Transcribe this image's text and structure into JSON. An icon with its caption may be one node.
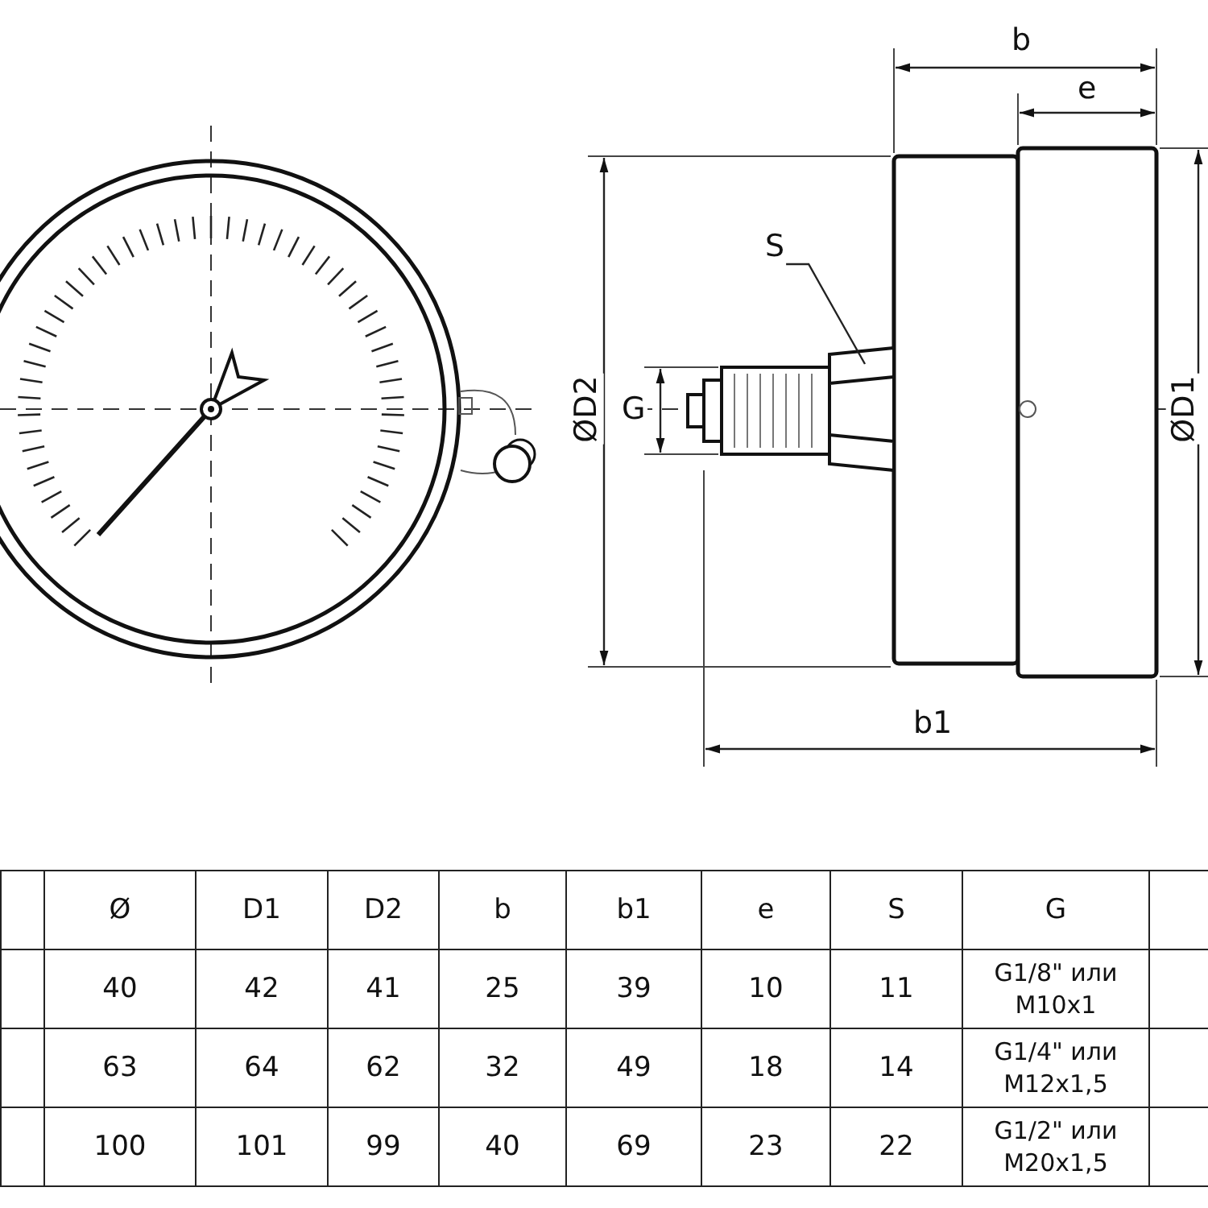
{
  "diagram": {
    "nodes": [
      {
        "text": [
          "S"
        ]
      },
      {
        "text": [],
        "shape": "picture"
      }
    ],
    "edges": [
      {
        "from": 0,
        "to": 1,
        "arrow": "none"
      }
    ],
    "labels": [
      "b",
      "e",
      "ØD2",
      "G",
      "ØD1",
      "b1",
      "Ø",
      "D1",
      "D2",
      "b",
      "b1",
      "e",
      "S",
      "G",
      "40",
      "42",
      "41",
      "25",
      "39",
      "10",
      "11",
      "G1/8\" или M10x1",
      "63",
      "64",
      "62",
      "32",
      "49",
      "18",
      "14",
      "G1/4\" или M12x1,5",
      "100",
      "101",
      "99",
      "40",
      "69",
      "23",
      "22",
      "G1/2\" или M20x1,5"
    ]
  }
}
